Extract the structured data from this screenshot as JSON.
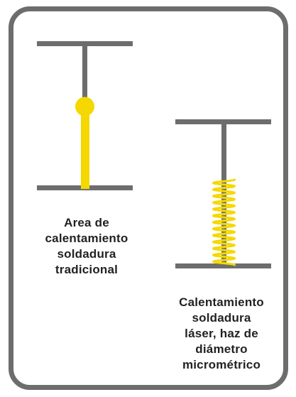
{
  "colors": {
    "frame": "#6d6d6d",
    "bar": "#6d6d6d",
    "heat": "#f5d800",
    "text": "#222222"
  },
  "traditional": {
    "caption_lines": [
      "Area de",
      "calentamiento",
      "soldadura",
      "tradicional"
    ]
  },
  "laser": {
    "caption_lines": [
      "Calentamiento",
      "soldadura",
      "láser, haz de",
      "diámetro",
      "micrométrico"
    ]
  }
}
